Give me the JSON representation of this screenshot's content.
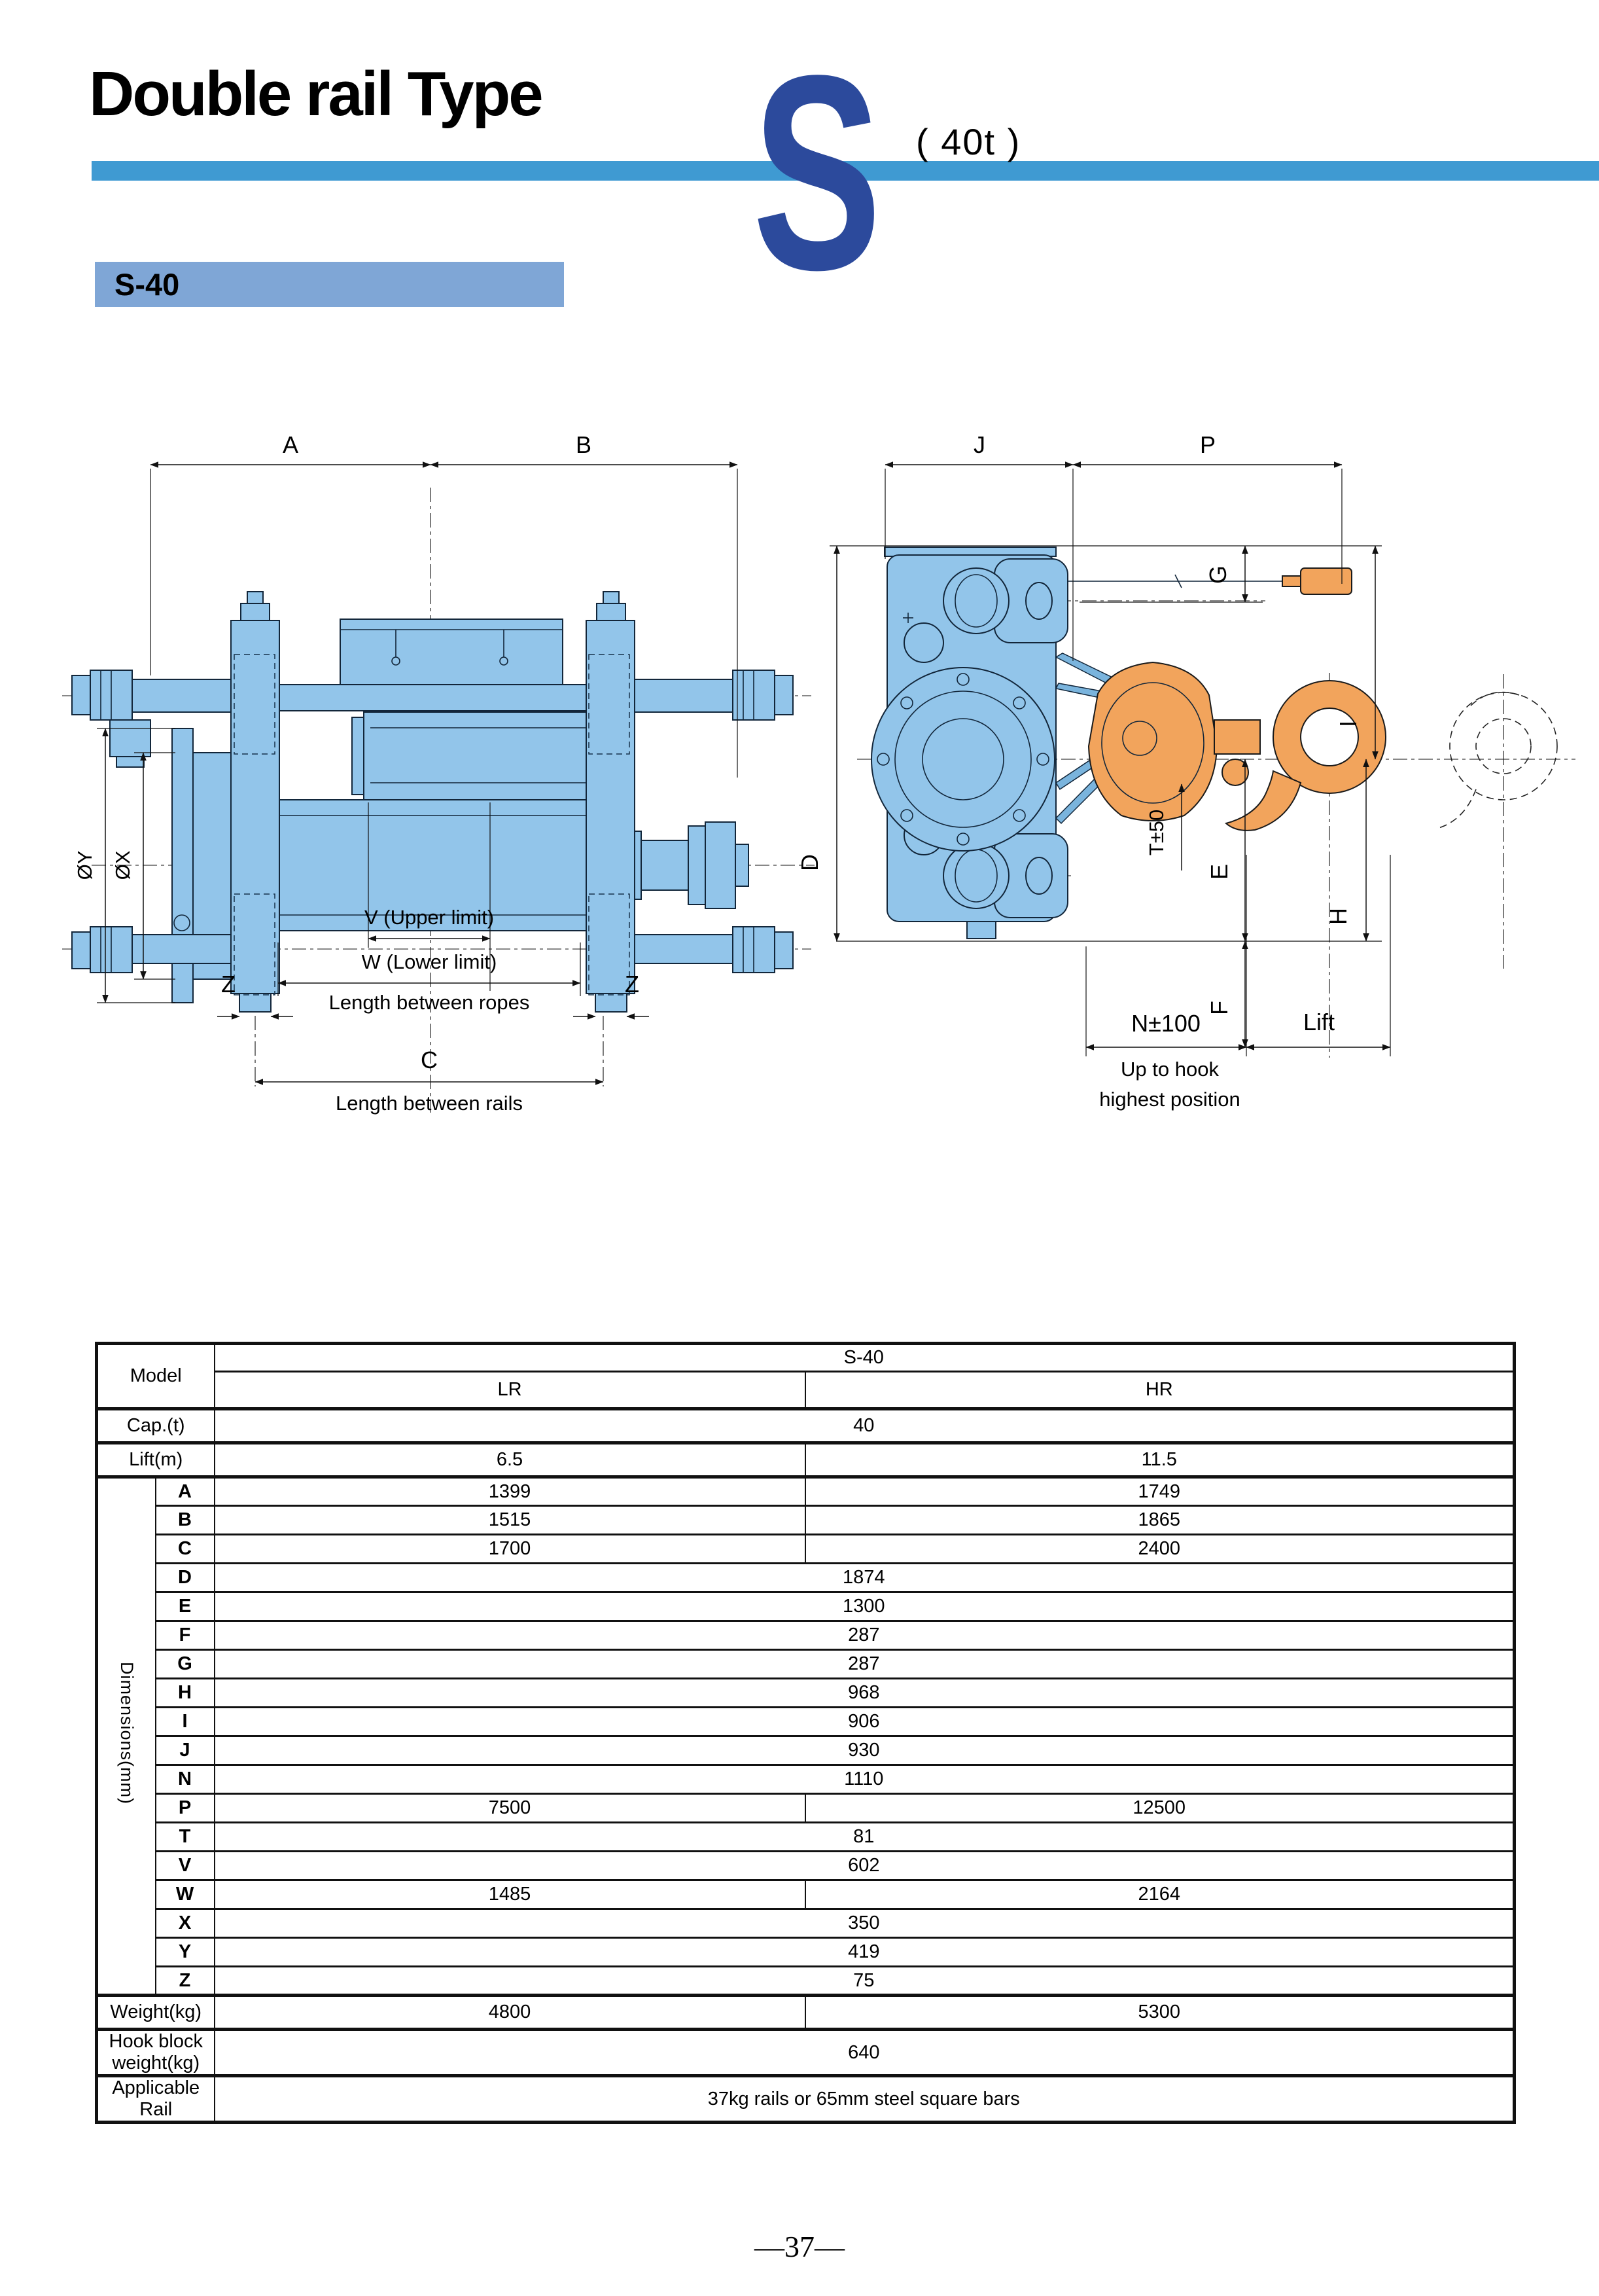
{
  "header": {
    "title": "Double rail Type",
    "series_letter": "S",
    "capacity_note": "( 40t )",
    "model_badge": "S-40"
  },
  "colors": {
    "accent_bar": "#3f9ad2",
    "series_blue": "#2c4a9c",
    "badge_bar": "#7fa6d6",
    "drawing_body": "#92c5ea",
    "hook_orange": "#f2a45c"
  },
  "drawings": {
    "front": {
      "labels": {
        "a": "A",
        "b": "B",
        "phi_y": "ØY",
        "phi_x": "ØX",
        "v": "V (Upper limit)",
        "w": "W (Lower limit)",
        "z_left": "Z",
        "z_right": "Z",
        "ropes": "Length between ropes",
        "c": "C",
        "rails": "Length between rails"
      }
    },
    "side": {
      "labels": {
        "j": "J",
        "p": "P",
        "d": "D",
        "g": "G",
        "i": "I",
        "e": "E",
        "h": "H",
        "f": "F",
        "t": "T±50",
        "n": "N±100",
        "lift": "Lift",
        "up_to_hook_1": "Up to hook",
        "up_to_hook_2": "highest position"
      }
    }
  },
  "table": {
    "model_label": "Model",
    "model_value": "S-40",
    "variant_lr": "LR",
    "variant_hr": "HR",
    "cap_label": "Cap.(t)",
    "cap_value": "40",
    "lift_label": "Lift(m)",
    "lift_lr": "6.5",
    "lift_hr": "11.5",
    "dims_label": "Dimensions(mm)",
    "dim_rows": [
      {
        "label": "A",
        "lr": "1399",
        "hr": "1749"
      },
      {
        "label": "B",
        "lr": "1515",
        "hr": "1865"
      },
      {
        "label": "C",
        "lr": "1700",
        "hr": "2400"
      },
      {
        "label": "D",
        "span": "1874"
      },
      {
        "label": "E",
        "span": "1300"
      },
      {
        "label": "F",
        "span": "287"
      },
      {
        "label": "G",
        "span": "287"
      },
      {
        "label": "H",
        "span": "968"
      },
      {
        "label": "I",
        "span": "906"
      },
      {
        "label": "J",
        "span": "930"
      },
      {
        "label": "N",
        "span": "1110"
      },
      {
        "label": "P",
        "lr": "7500",
        "hr": "12500"
      },
      {
        "label": "T",
        "span": "81"
      },
      {
        "label": "V",
        "span": "602"
      },
      {
        "label": "W",
        "lr": "1485",
        "hr": "2164"
      },
      {
        "label": "X",
        "span": "350"
      },
      {
        "label": "Y",
        "span": "419"
      },
      {
        "label": "Z",
        "span": "75"
      }
    ],
    "weight_label": "Weight(kg)",
    "weight_lr": "4800",
    "weight_hr": "5300",
    "hook_label": "Hook block weight(kg)",
    "hook_value": "640",
    "rail_label": "Applicable Rail",
    "rail_value": "37kg rails or 65mm steel square bars"
  },
  "footer": {
    "page_number": "—37—"
  }
}
